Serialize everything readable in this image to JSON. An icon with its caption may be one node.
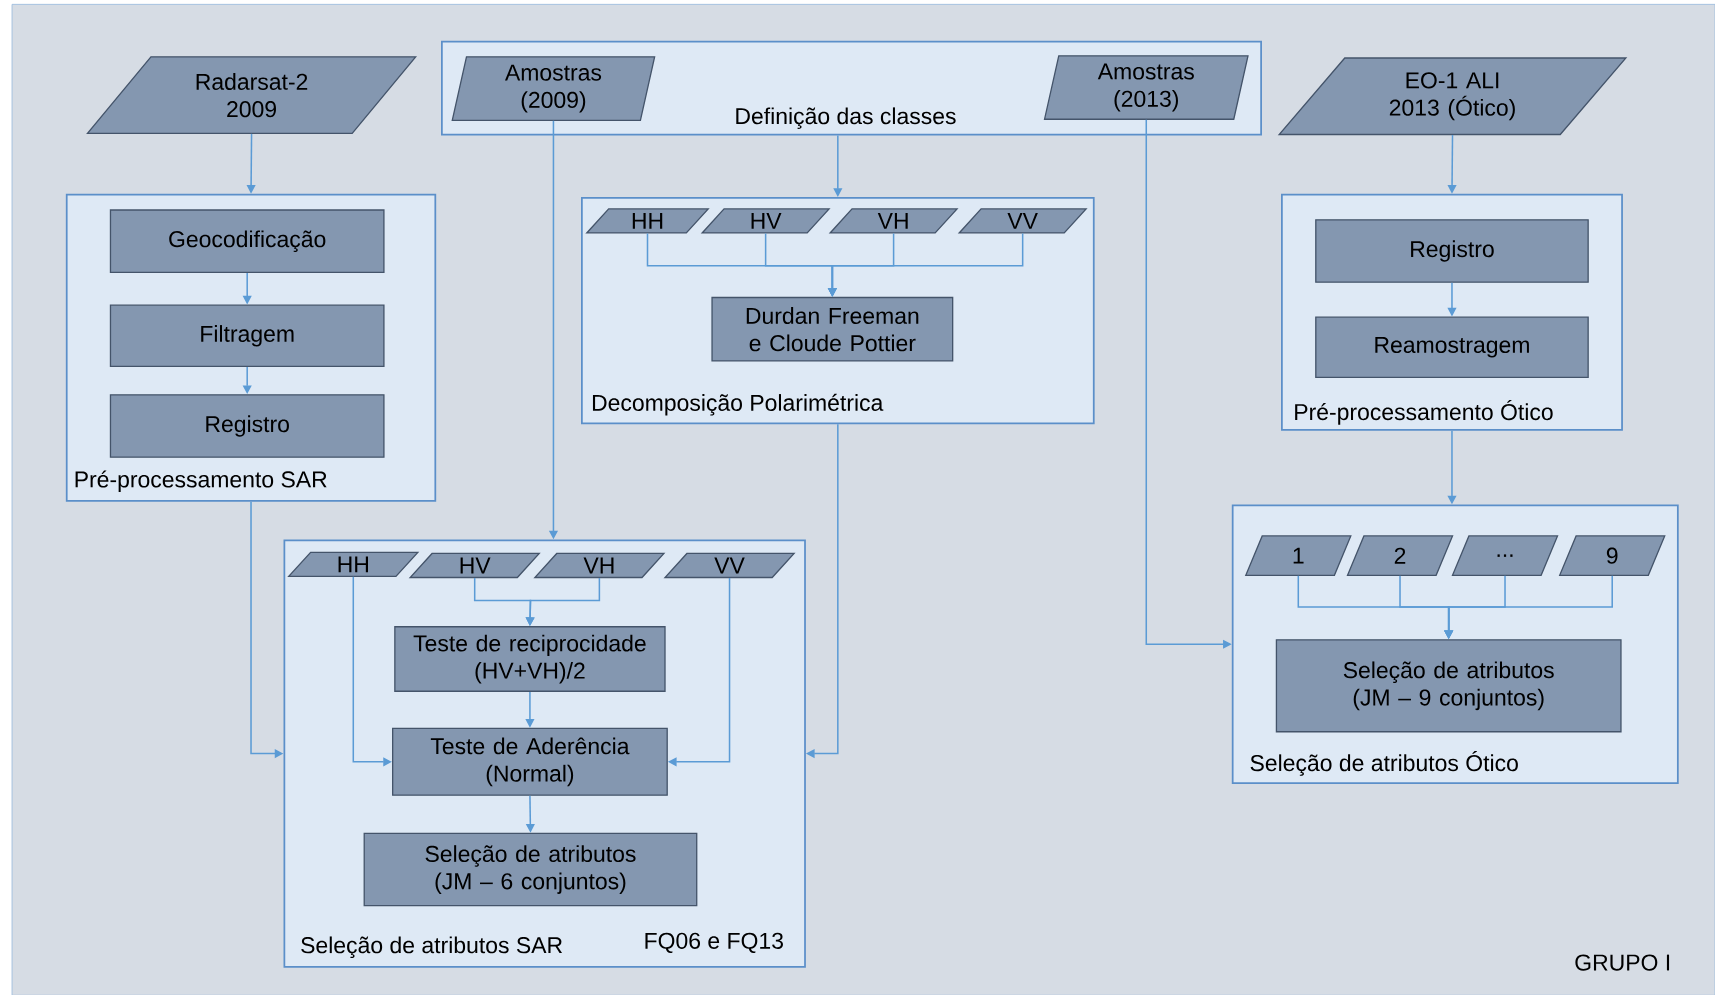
{
  "diagram": {
    "nodes": [
      {
        "text": [
          "Radarsat-2 2009"
        ]
      },
      {
        "text": [
          "Definição das classes"
        ]
      },
      {
        "text": [
          "Amostras (2009)"
        ],
        "in": 1
      },
      {
        "text": [
          "Amostras (2013)"
        ],
        "in": 1
      },
      {
        "text": [
          "EO-1 ALI 2013 (Ótico)"
        ]
      },
      {
        "text": [
          "Pré-processamento SAR"
        ]
      },
      {
        "text": [
          "Geocodificação"
        ],
        "in": 5
      },
      {
        "text": [
          "Filtragem"
        ],
        "in": 5
      },
      {
        "text": [
          "Registro"
        ],
        "in": 5
      },
      {
        "text": [
          "Decomposição Polarimétrica"
        ]
      },
      {
        "text": [
          "HH"
        ],
        "in": 9
      },
      {
        "text": [
          "HV"
        ],
        "in": 9
      },
      {
        "text": [
          "VH"
        ],
        "in": 9
      },
      {
        "text": [
          "VV"
        ],
        "in": 9
      },
      {
        "text": [
          "Durdan Freeman e Cloude Pottier"
        ],
        "in": 9
      },
      {
        "text": [
          "Pré-processamento Ótico"
        ]
      },
      {
        "text": [
          "Registro"
        ],
        "in": 15
      },
      {
        "text": [
          "Reamostragem"
        ],
        "in": 15
      },
      {
        "text": [
          "Seleção de atributos SAR",
          "FQ06 e FQ13"
        ]
      },
      {
        "text": [
          "HH"
        ],
        "in": 18
      },
      {
        "text": [
          "HV"
        ],
        "in": 18
      },
      {
        "text": [
          "VH"
        ],
        "in": 18
      },
      {
        "text": [
          "VV"
        ],
        "in": 18
      },
      {
        "text": [
          "Teste de reciprocidade (HV+VH)/2"
        ],
        "in": 18
      },
      {
        "text": [
          "Teste de Aderência (Normal)"
        ],
        "in": 18
      },
      {
        "text": [
          "Seleção de atributos (JM – 6 conjuntos)"
        ],
        "in": 18
      },
      {
        "text": [
          "Seleção de atributos Ótico"
        ]
      },
      {
        "text": [
          "1"
        ],
        "in": 26
      },
      {
        "text": [
          "2"
        ],
        "in": 26
      },
      {
        "text": [
          "..."
        ],
        "in": 26
      },
      {
        "text": [
          "9"
        ],
        "in": 26
      },
      {
        "text": [
          "Seleção de atributos (JM – 9 conjuntos)"
        ],
        "in": 26
      }
    ],
    "edges": [
      {
        "from": 0,
        "to": 5,
        "arrow": "to"
      },
      {
        "from": 6,
        "to": 7,
        "arrow": "to"
      },
      {
        "from": 7,
        "to": 8,
        "arrow": "to"
      },
      {
        "from": 1,
        "to": 9,
        "arrow": "to"
      },
      {
        "from": 10,
        "to": 14,
        "arrow": "to"
      },
      {
        "from": 11,
        "to": 14,
        "arrow": "to"
      },
      {
        "from": 12,
        "to": 14,
        "arrow": "to"
      },
      {
        "from": 13,
        "to": 14,
        "arrow": "to"
      },
      {
        "from": 4,
        "to": 15,
        "arrow": "to"
      },
      {
        "from": 16,
        "to": 17,
        "arrow": "to"
      },
      {
        "from": 2,
        "to": 18,
        "arrow": "to"
      },
      {
        "from": 5,
        "to": 18,
        "arrow": "to"
      },
      {
        "from": 9,
        "to": 18,
        "arrow": "to"
      },
      {
        "from": 20,
        "to": 23,
        "arrow": "to"
      },
      {
        "from": 21,
        "to": 23,
        "arrow": "to"
      },
      {
        "from": 23,
        "to": 24,
        "arrow": "to"
      },
      {
        "from": 19,
        "to": 24,
        "arrow": "to"
      },
      {
        "from": 22,
        "to": 24,
        "arrow": "to"
      },
      {
        "from": 24,
        "to": 25,
        "arrow": "to"
      },
      {
        "from": 3,
        "to": 26,
        "arrow": "to"
      },
      {
        "from": 15,
        "to": 26,
        "arrow": "to"
      },
      {
        "from": 27,
        "to": 31,
        "arrow": "to"
      },
      {
        "from": 28,
        "to": 31,
        "arrow": "to"
      },
      {
        "from": 29,
        "to": 31,
        "arrow": "to"
      },
      {
        "from": 30,
        "to": 31,
        "arrow": "to"
      }
    ],
    "labels": [
      "GRUPO I"
    ]
  }
}
